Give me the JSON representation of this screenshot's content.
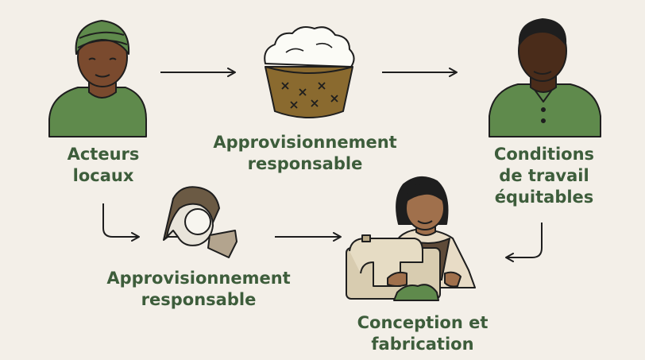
{
  "nodes": {
    "local_actors": {
      "label": "Acteurs\nlocaux",
      "icon": "woman-headwrap-icon"
    },
    "sourcing_top": {
      "label": "Approvisionnement\nresponsable",
      "icon": "cotton-basket-icon"
    },
    "fair_work": {
      "label": "Conditions\nde travail\néquitables",
      "icon": "man-polo-icon"
    },
    "sourcing_bottom": {
      "label": "Approvisionnement\nresponsable",
      "icon": "fabric-scarf-icon"
    },
    "design": {
      "label": "Conception et\nfabrication",
      "icon": "seamstress-sewing-machine-icon"
    }
  },
  "colors": {
    "background": "#f3efe8",
    "text": "#3d5d3b",
    "green_shirt": "#5f8a4c",
    "skin": "#7a4a2e",
    "basket": "#8a6a2f",
    "outline": "#1e1e1e"
  },
  "edges": [
    {
      "from": "local_actors",
      "to": "sourcing_top"
    },
    {
      "from": "sourcing_top",
      "to": "fair_work"
    },
    {
      "from": "fair_work",
      "to": "design"
    },
    {
      "from": "local_actors",
      "to": "sourcing_bottom"
    },
    {
      "from": "sourcing_bottom",
      "to": "design"
    }
  ]
}
